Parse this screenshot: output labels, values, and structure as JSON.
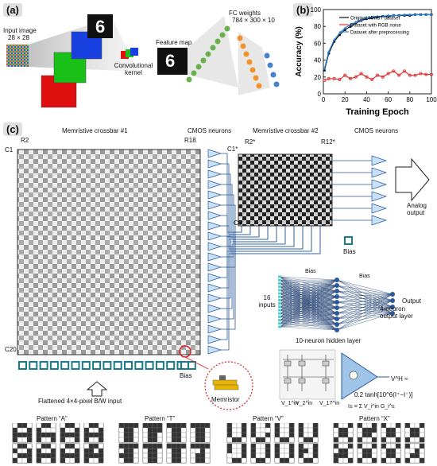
{
  "panel_a": {
    "label": "(a)",
    "input_image": "Input image",
    "input_size": "28 × 28",
    "conv_kernel": "Convolutional kernel",
    "feature_map": "Feature map",
    "fc_weights": "FC weights",
    "fc_size": "784 × 300 × 10",
    "digit": "6"
  },
  "panel_b": {
    "label": "(b)",
    "chart_data": {
      "type": "line",
      "xlabel": "Training Epoch",
      "ylabel": "Accuracy (%)",
      "xlim": [
        0,
        100
      ],
      "ylim": [
        0,
        100
      ],
      "xticks": [
        0,
        20,
        40,
        60,
        80,
        100
      ],
      "yticks": [
        0,
        20,
        40,
        60,
        80,
        100
      ],
      "series": [
        {
          "name": "Original MNIST dataset",
          "color": "#111111",
          "marker": "square",
          "x": [
            1,
            5,
            10,
            15,
            20,
            25,
            30,
            35,
            40,
            45,
            50,
            55,
            60,
            65,
            70,
            75,
            80,
            85,
            90,
            95,
            100
          ],
          "y": [
            28,
            48,
            62,
            70,
            76,
            80,
            84,
            87,
            89,
            90,
            91,
            92,
            92,
            93,
            93,
            93,
            93,
            94,
            94,
            94,
            94
          ]
        },
        {
          "name": "Dataset with RGB noise",
          "color": "#e03030",
          "marker": "circle",
          "x": [
            1,
            5,
            10,
            15,
            20,
            25,
            30,
            35,
            40,
            45,
            50,
            55,
            60,
            65,
            70,
            75,
            80,
            85,
            90,
            95,
            100
          ],
          "y": [
            16,
            18,
            18,
            17,
            22,
            18,
            20,
            24,
            20,
            17,
            22,
            20,
            24,
            27,
            22,
            27,
            22,
            22,
            24,
            23,
            23
          ]
        },
        {
          "name": "Dataset after preprocessing",
          "color": "#2a7fd4",
          "marker": "triangle",
          "x": [
            1,
            5,
            10,
            15,
            20,
            25,
            30,
            35,
            40,
            45,
            50,
            55,
            60,
            65,
            70,
            75,
            80,
            85,
            90,
            95,
            100
          ],
          "y": [
            30,
            50,
            64,
            72,
            78,
            82,
            85,
            88,
            90,
            91,
            92,
            92,
            93,
            93,
            93,
            94,
            94,
            94,
            94,
            94,
            94
          ]
        }
      ]
    }
  },
  "panel_c": {
    "label": "(c)",
    "crossbar1_title": "Memristive crossbar #1",
    "crossbar2_title": "Memristive crossbar  #2",
    "cmos1": "CMOS neurons",
    "cmos2": "CMOS neurons",
    "r2": "R2",
    "r18": "R18",
    "c1": "C1",
    "c20": "C20",
    "r2s": "R2*",
    "r12s": "R12*",
    "c1s": "C1*",
    "c8": "C8",
    "analog_output": "Analog output",
    "bias": "Bias",
    "bias2": "Bias",
    "flattened": "Flattened 4×4-pixel B/W input",
    "memristor": "Memristor",
    "inputs16": "16 inputs",
    "hidden": "10-neuron hidden layer",
    "output_layer": "4-neuron output layer",
    "output": "Output",
    "nn_bias1": "Bias",
    "nn_bias2": "Bias",
    "vh": "V^H ≈",
    "tanh": "0.2 tanh[10^6(I⁺−I⁻)]",
    "isum": "I± = Σ V_i^in G_i^±",
    "v1": "V_1^in",
    "v2": "V_2^in",
    "v17": "V_17^in"
  },
  "patterns": [
    {
      "label": "Pattern “A”"
    },
    {
      "label": "Pattern “T”"
    },
    {
      "label": "Pattern “V”"
    },
    {
      "label": "Pattern “X”"
    }
  ]
}
